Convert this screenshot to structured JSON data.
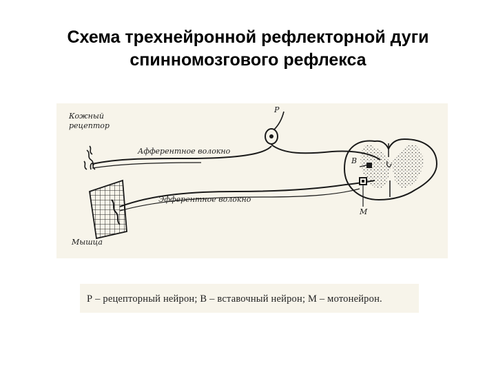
{
  "slide": {
    "title_line1": "Схема трехнейронной рефлекторной дуги",
    "title_line2": "спинномозгового рефлекса"
  },
  "figure": {
    "labels": {
      "skin_receptor_line1": "Кожный",
      "skin_receptor_line2": "рецептор",
      "receptor_neuron": "Р",
      "afferent_fiber": "Афферентное волокно",
      "efferent_fiber": "Эфферентное волокно",
      "interneuron": "В",
      "motor_neuron": "М",
      "muscle": "Мышца"
    }
  },
  "caption": {
    "text": "Р – рецепторный нейрон; В – вставочный нейрон; М – мотонейрон."
  }
}
